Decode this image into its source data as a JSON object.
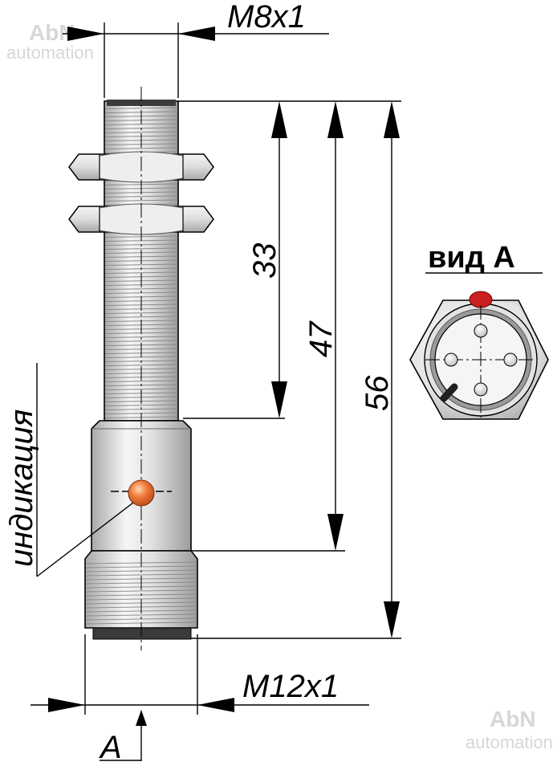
{
  "labels": {
    "thread_top": "M8x1",
    "thread_bottom": "M12x1",
    "dim_33": "33",
    "dim_47": "47",
    "dim_56": "56",
    "indication": "индикация",
    "view_title": "вид А",
    "view_marker": "А"
  },
  "watermarks": [
    {
      "brand": "AbN",
      "sub": "automation"
    },
    {
      "brand": "AbN",
      "sub": "automation"
    }
  ],
  "colors": {
    "led": "#e8652a",
    "led_view": "#cc2020",
    "metal_light": "#f4f4f4",
    "metal_dark": "#b9b9b9",
    "cap": "#3a3a3a"
  }
}
